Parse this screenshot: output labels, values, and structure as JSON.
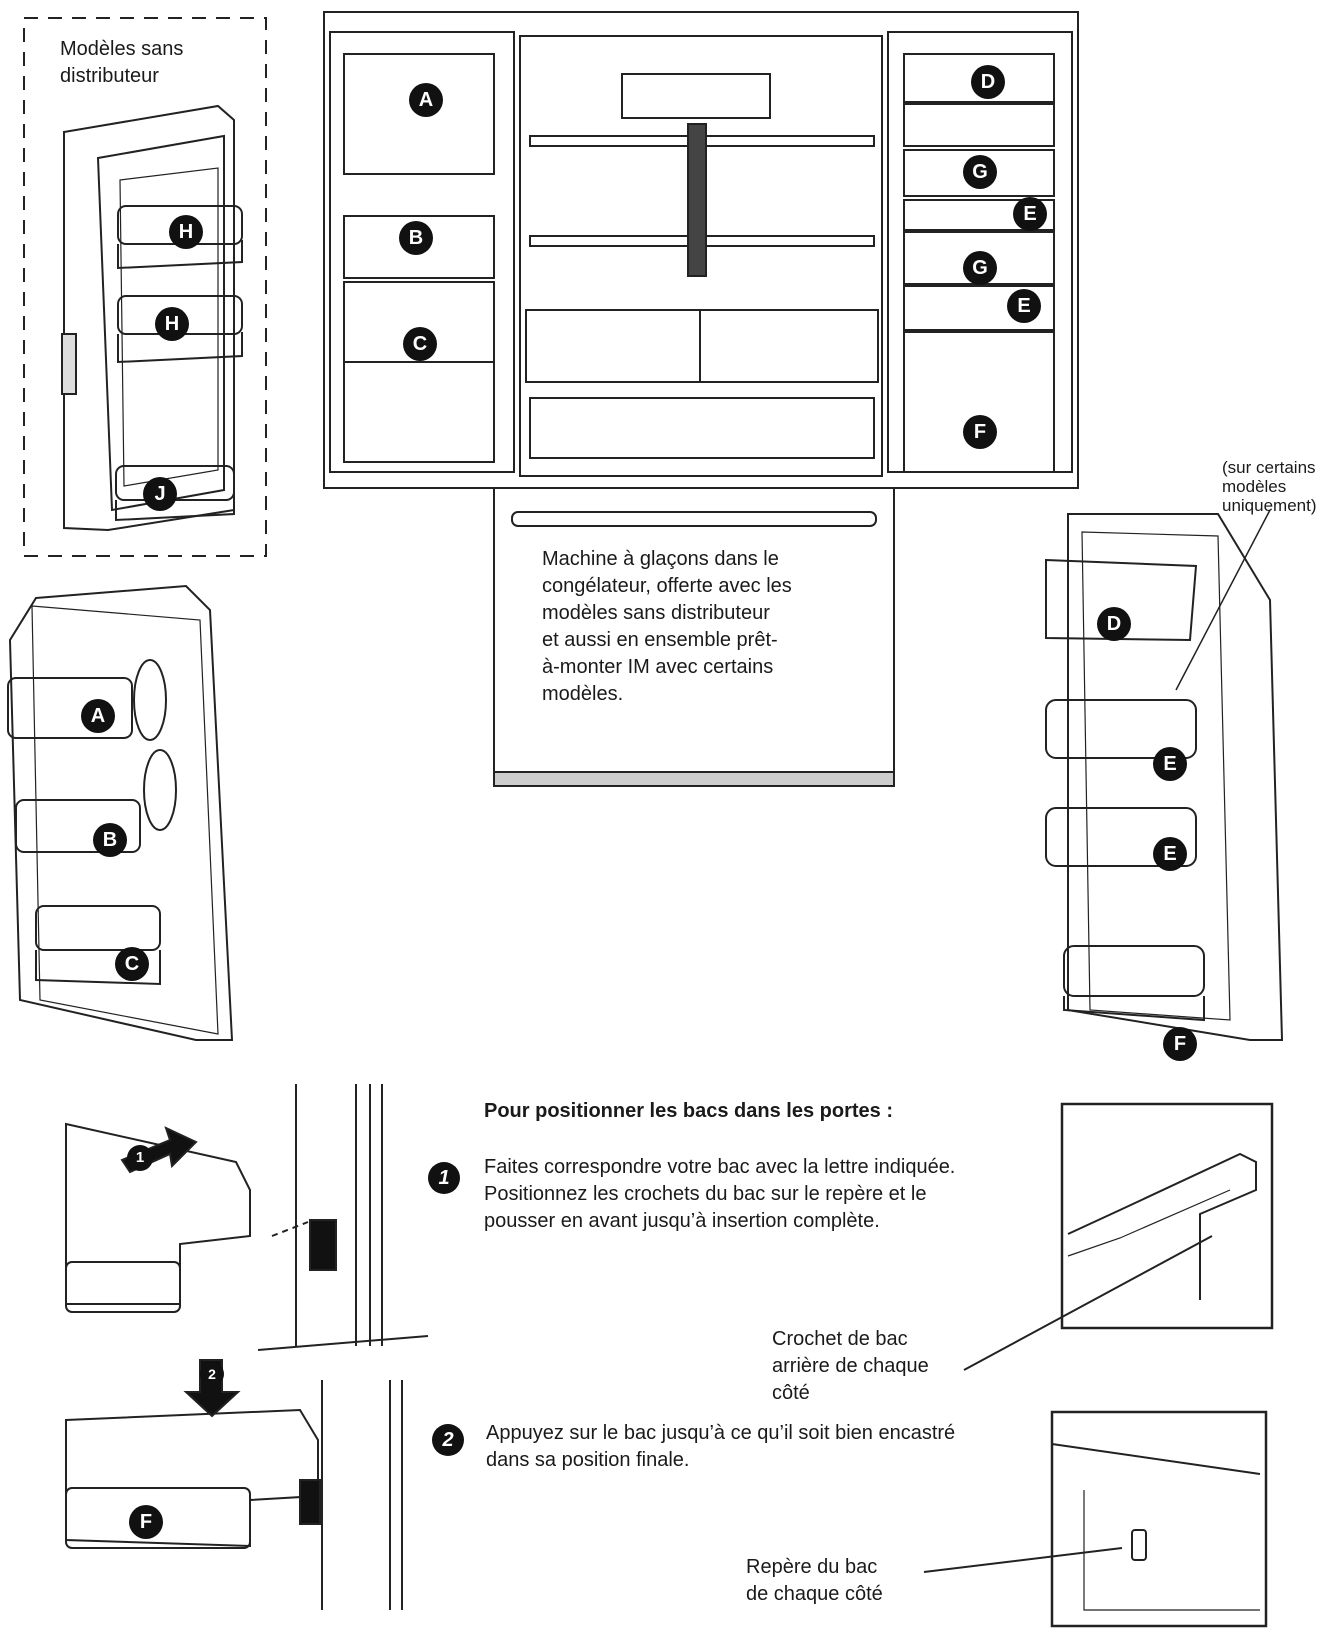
{
  "no_dispenser_box": {
    "label": "Modèles sans\ndistributeur"
  },
  "some_models_note": "(sur certains\nmodèles\nuniquement)",
  "icemaker_note": "Machine à glaçons dans le\ncongélateur, offerte avec les\nmodèles sans distributeur\net aussi en ensemble prêt-\nà-monter IM avec certains\nmodèles.",
  "instructions": {
    "title": "Pour positionner les bacs dans les portes :",
    "steps": [
      {
        "number": "1",
        "text": "Faites correspondre votre bac avec la lettre indiquée. Positionnez les crochets du bac sur le repère et le pousser en avant jusqu’à insertion complète."
      },
      {
        "number": "2",
        "text": "Appuyez sur le bac jusqu’à ce qu’il soit bien encastré dans sa position finale."
      }
    ]
  },
  "callouts": {
    "hook": "Crochet de bac\narrière de chaque\ncôté",
    "marker": "Repère du bac\nde chaque côté"
  },
  "bin_labels": {
    "left_fridge": [
      "A",
      "B",
      "C"
    ],
    "right_fridge": [
      "D",
      "G",
      "E",
      "G",
      "E",
      "F"
    ],
    "no_dispenser_door": [
      "H",
      "H",
      "J"
    ],
    "left_door": [
      "A",
      "B",
      "C"
    ],
    "right_door": [
      "D",
      "E",
      "E",
      "F"
    ],
    "step_arrows": [
      "1",
      "2"
    ],
    "step_bin": [
      "F"
    ]
  }
}
